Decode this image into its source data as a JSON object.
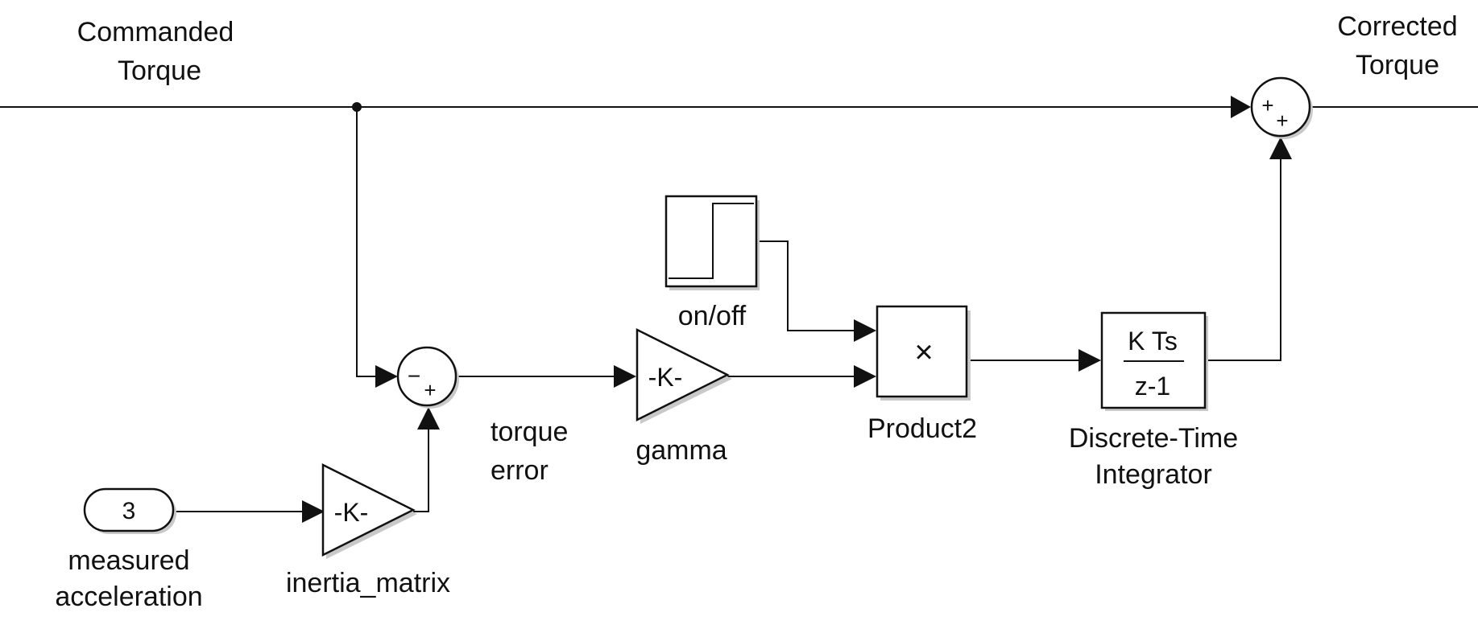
{
  "signals": {
    "commanded_torque": [
      "Commanded",
      "Torque"
    ],
    "corrected_torque": [
      "Corrected",
      "Torque"
    ],
    "torque_error": [
      "torque",
      "error"
    ]
  },
  "blocks": {
    "inport": {
      "number": "3",
      "label": [
        "measured",
        "acceleration"
      ]
    },
    "inertia_gain": {
      "text": "-K-",
      "label": "inertia_matrix"
    },
    "gamma_gain": {
      "text": "-K-",
      "label": "gamma"
    },
    "step": {
      "label": "on/off"
    },
    "product": {
      "symbol": "×",
      "label": "Product2"
    },
    "integrator": {
      "numerator": "K Ts",
      "denominator": "z-1",
      "label": [
        "Discrete-Time",
        "Integrator"
      ]
    },
    "sum_error": {
      "signs": [
        "−",
        "+"
      ]
    },
    "sum_output": {
      "signs": [
        "+",
        "+"
      ]
    }
  }
}
